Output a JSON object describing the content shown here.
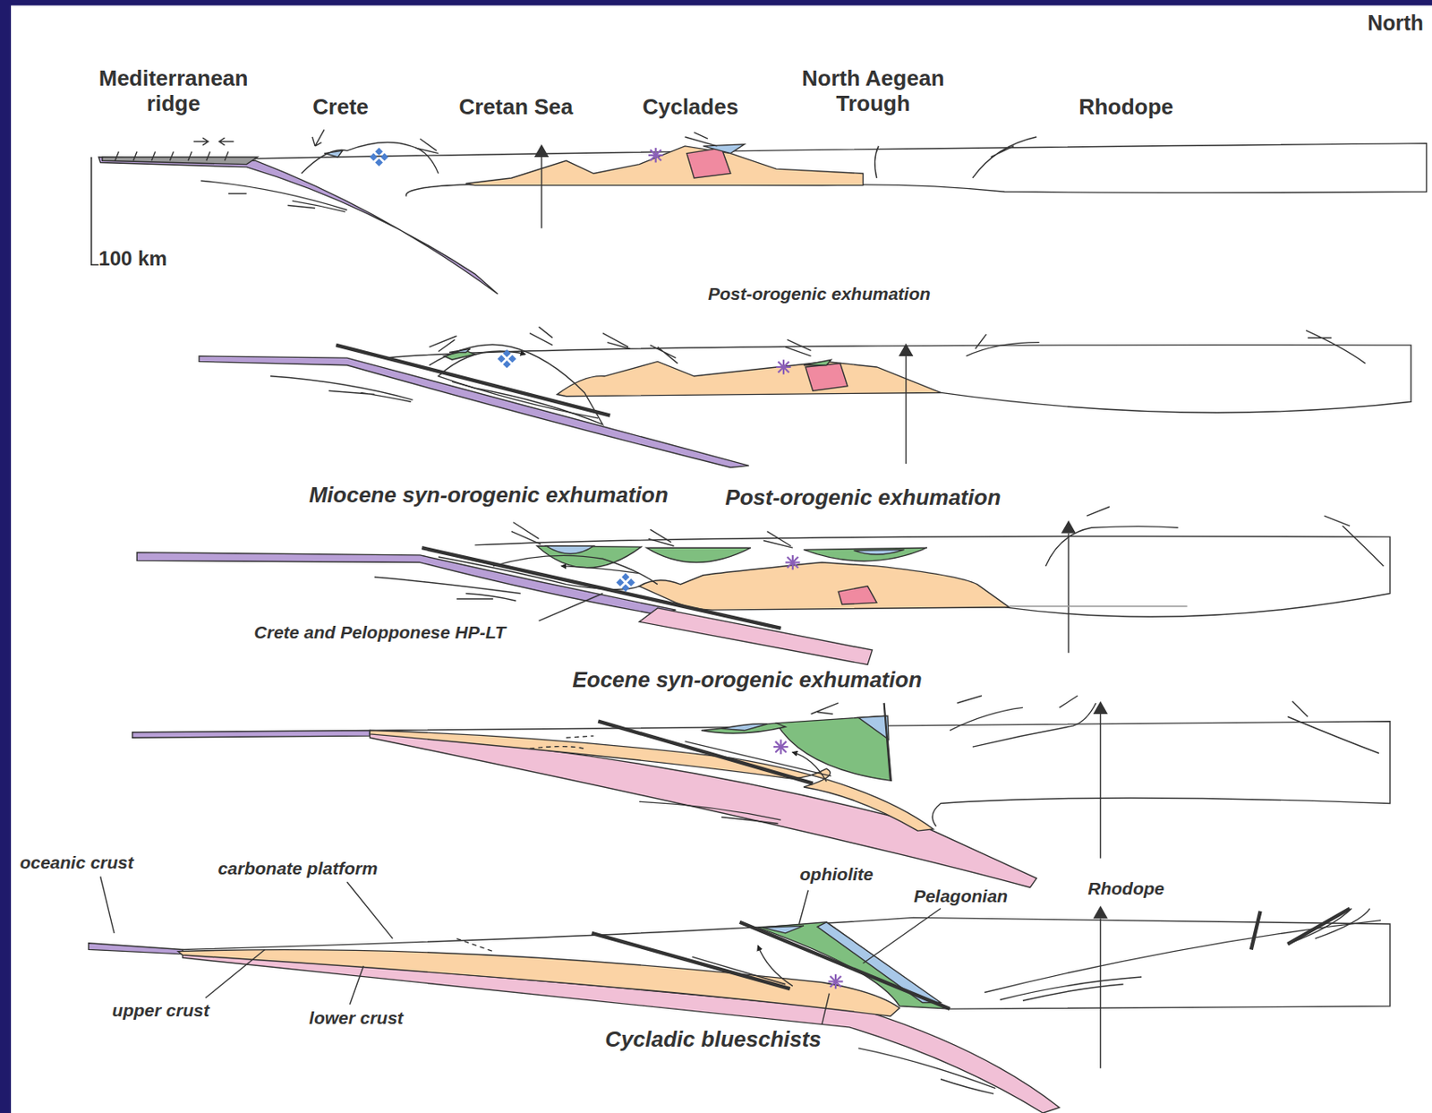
{
  "diagram": {
    "labels": [
      "North",
      "Mediterranean ridge",
      "Crete",
      "Cretan Sea",
      "Cyclades",
      "North Aegean Trough",
      "Rhodope",
      "100 km",
      "Post-orogenic exhumation",
      "Miocene syn-orogenic exhumation",
      "Post-orogenic exhumation",
      "Crete and Pelopponese HP-LT",
      "Eocene syn-orogenic exhumation",
      "oceanic crust",
      "carbonate platform",
      "ophiolite",
      "Pelagonian",
      "Rhodope",
      "upper crust",
      "lower crust",
      "Cycladic blueschists"
    ]
  }
}
